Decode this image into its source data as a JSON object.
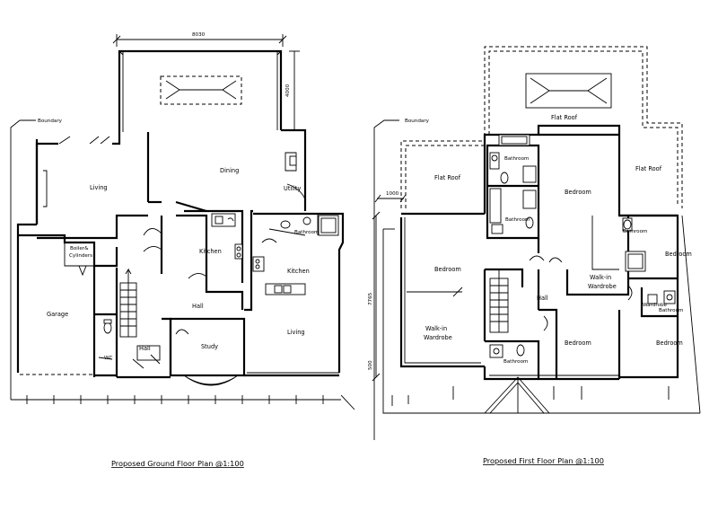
{
  "ground_floor": {
    "dimension_width": "8030",
    "dimension_depth": "4000",
    "boundary_label": "Boundary",
    "rooms": {
      "living": "Living",
      "dining": "Dining",
      "utility": "Utility",
      "kitchen_left": "Kitchen",
      "kitchen_right": "Kitchen",
      "boiler_line1": "Boiler&",
      "boiler_line2": "Cylinders",
      "bathroom": "Bathroom",
      "garage": "Garage",
      "hall_upper": "Hall",
      "hall_lower": "Hall",
      "study": "Study",
      "living_front": "Living",
      "wc": "WC"
    },
    "caption": "Proposed Ground Floor Plan @1:100"
  },
  "first_floor": {
    "boundary_label": "Boundary",
    "dimension_width": "1000",
    "dimension_height": "7765",
    "dimension_small": "500",
    "rooms": {
      "flat_roof_top": "Flat Roof",
      "flat_roof_left": "Flat Roof",
      "flat_roof_right": "Flat Roof",
      "bathroom_top": "Bathroom",
      "bathroom_mid": "Bathroom",
      "bathroom_right": "Bathroom",
      "bathroom_small": "Bathroom",
      "bathroom_bottom": "Bathroom",
      "bedroom_main": "Bedroom",
      "bedroom_left": "Bedroom",
      "bedroom_right": "Bedroom",
      "bedroom_bottom_mid": "Bedroom",
      "bedroom_bottom_right": "Bedroom",
      "walkin_left_1": "Walk-in",
      "walkin_left_2": "Wardrobe",
      "walkin_right_1": "Walk-in",
      "walkin_right_2": "Wardrobe",
      "wardrobe_small": "Wardrobe",
      "hall": "Hall"
    },
    "caption": "Proposed First Floor Plan @1:100"
  }
}
